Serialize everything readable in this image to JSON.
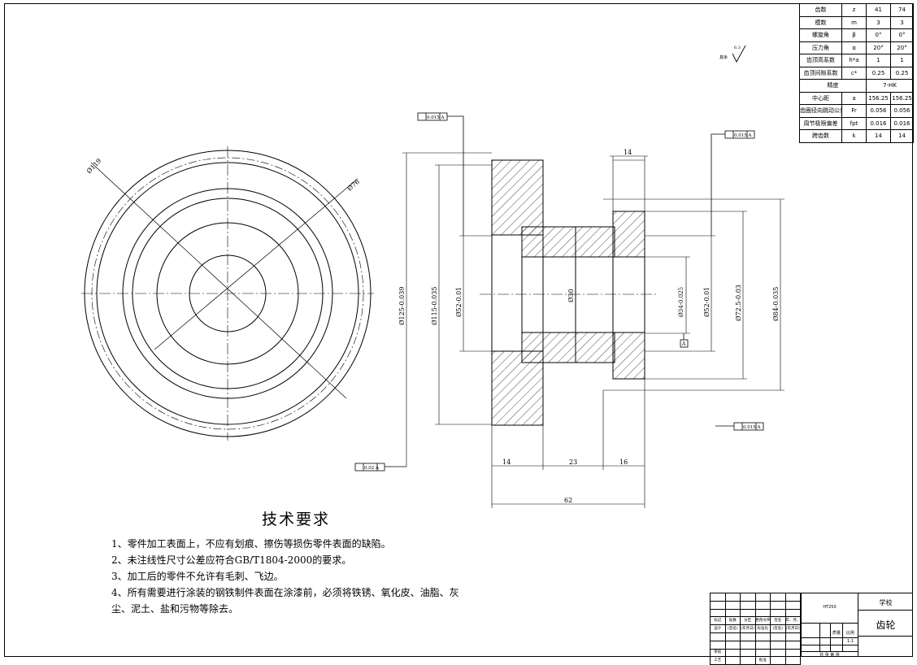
{
  "gear_table": {
    "rows": [
      {
        "name": "齿数",
        "symbol": "z",
        "v1": "41",
        "v2": "74"
      },
      {
        "name": "模数",
        "symbol": "m",
        "v1": "3",
        "v2": "3"
      },
      {
        "name": "螺旋角",
        "symbol": "β",
        "v1": "0°",
        "v2": "0°"
      },
      {
        "name": "压力角",
        "symbol": "α",
        "v1": "20°",
        "v2": "20°"
      },
      {
        "name": "齿顶高系数",
        "symbol": "h*a",
        "v1": "1",
        "v2": "1"
      },
      {
        "name": "齿顶间隙系数",
        "symbol": "c*",
        "v1": "0.25",
        "v2": "0.25"
      },
      {
        "name": "中心距",
        "symbol": "a",
        "v1": "156.25",
        "v2": "156.25"
      },
      {
        "name": "齿圈径向跳动公差",
        "symbol": "Fr",
        "v1": "0.056",
        "v2": "0.056"
      },
      {
        "name": "周节极限偏差",
        "symbol": "fpt",
        "v1": "0.016",
        "v2": "0.016"
      },
      {
        "name": "跨齿数",
        "symbol": "k",
        "v1": "14",
        "v2": "14"
      }
    ],
    "precision_label": "精度",
    "precision_value": "7-HK"
  },
  "surface_finish": {
    "label": "其余",
    "value": "6.3"
  },
  "front_view_labels": {
    "outer": "Ø119",
    "inner": "Ø76"
  },
  "section_dims": {
    "d1": "Ø125-0.039",
    "d2": "Ø115-0.035",
    "d3": "Ø52-0.01",
    "bore": "Ø30",
    "d4": "Ø34-0.025",
    "d5": "Ø52-0.01",
    "d6": "Ø72.5-0.03",
    "d7": "Ø84-0.035",
    "w_top": "14",
    "w1": "14",
    "w2": "23",
    "w3": "16",
    "total": "62"
  },
  "tolerances": {
    "t1": "0.015 A",
    "t2": "0.015 A",
    "t3": "0.015 A",
    "t4": "0.02 A",
    "datum": "A"
  },
  "tech": {
    "title": "技术要求",
    "items": [
      "1、零件加工表面上，不应有划痕、擦伤等损伤零件表面的缺陷。",
      "2、未注线性尺寸公差应符合GB/T1804-2000的要求。",
      "3、加工后的零件不允许有毛刺、飞边。",
      "4、所有需要进行涂装的钢铁制件表面在涂漆前，必须将铁锈、氧化皮、油脂、灰尘、泥土、盐和污物等除去。"
    ]
  },
  "title_block": {
    "school": "学校",
    "part_name": "齿轮",
    "material": "HT250",
    "row_a": [
      "标记",
      "处数",
      "分区",
      "更改文件号",
      "签名",
      "年、月、日"
    ],
    "row_b": [
      "设计",
      "(签名)",
      "(年月日)",
      "标准化",
      "(签名)",
      "(年月日)"
    ],
    "row_c": [
      "审核",
      "",
      "",
      "",
      "",
      ""
    ],
    "row_d": [
      "工艺",
      "",
      "",
      "批准",
      "",
      ""
    ],
    "mass_label": "质量",
    "scale_label": "比例",
    "scale_value": "1:1",
    "sheets": "共 张 第 张"
  }
}
